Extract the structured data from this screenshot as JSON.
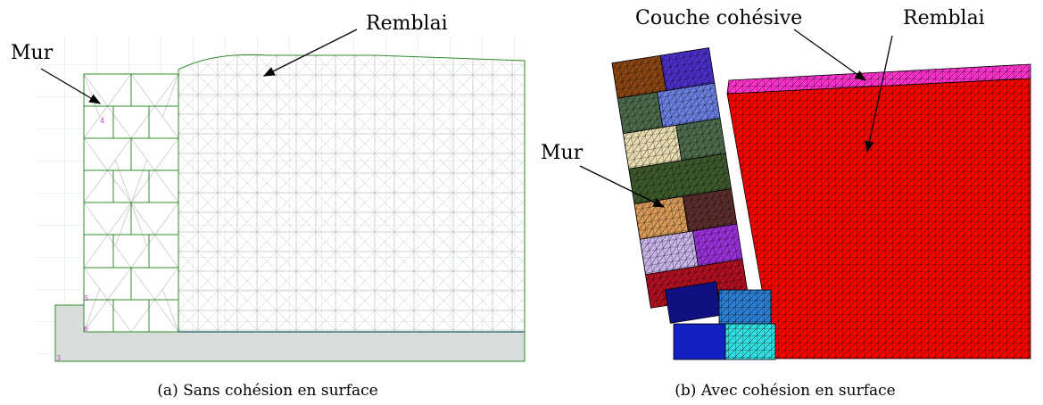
{
  "figure_a": {
    "caption": "(a) Sans cohésion en surface",
    "labels": {
      "wall": "Mur",
      "backfill": "Remblai"
    },
    "node_labels": [
      "5",
      "6",
      "3",
      "4"
    ],
    "colors": {
      "wall_mesh": "#2e8b2e",
      "soil_mesh": "#b4b4b4",
      "grid": "#d6e8e8",
      "base": "#d9ddd9",
      "interface": "#9999ff",
      "node_label": "#cc33cc"
    }
  },
  "figure_b": {
    "caption": "(b) Avec cohésion en surface",
    "labels": {
      "cohesive_layer": "Couche cohésive",
      "backfill": "Remblai",
      "wall": "Mur"
    },
    "colors": {
      "backfill": "#ff0000",
      "cohesive_layer": "#ff33cc",
      "mesh_line": "#000000"
    }
  }
}
